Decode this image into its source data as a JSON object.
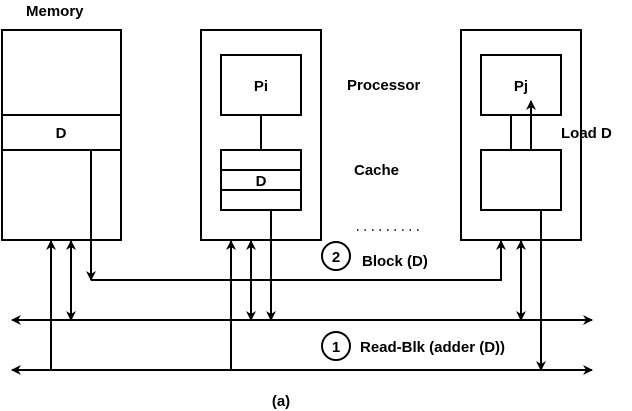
{
  "diagram": {
    "memory": {
      "title": "Memory",
      "block_label": "D"
    },
    "processor_i": {
      "name": "Pi",
      "cache_block_label": "D"
    },
    "processor_j": {
      "name": "Pj",
      "annotation": "Load D"
    },
    "labels": {
      "processor": "Processor",
      "cache": "Cache",
      "ellipsis": "·········"
    },
    "steps": [
      {
        "number": "1",
        "text": "Read-Blk (adder (D))"
      },
      {
        "number": "2",
        "text": "Block (D)"
      }
    ],
    "caption": "(a)"
  }
}
